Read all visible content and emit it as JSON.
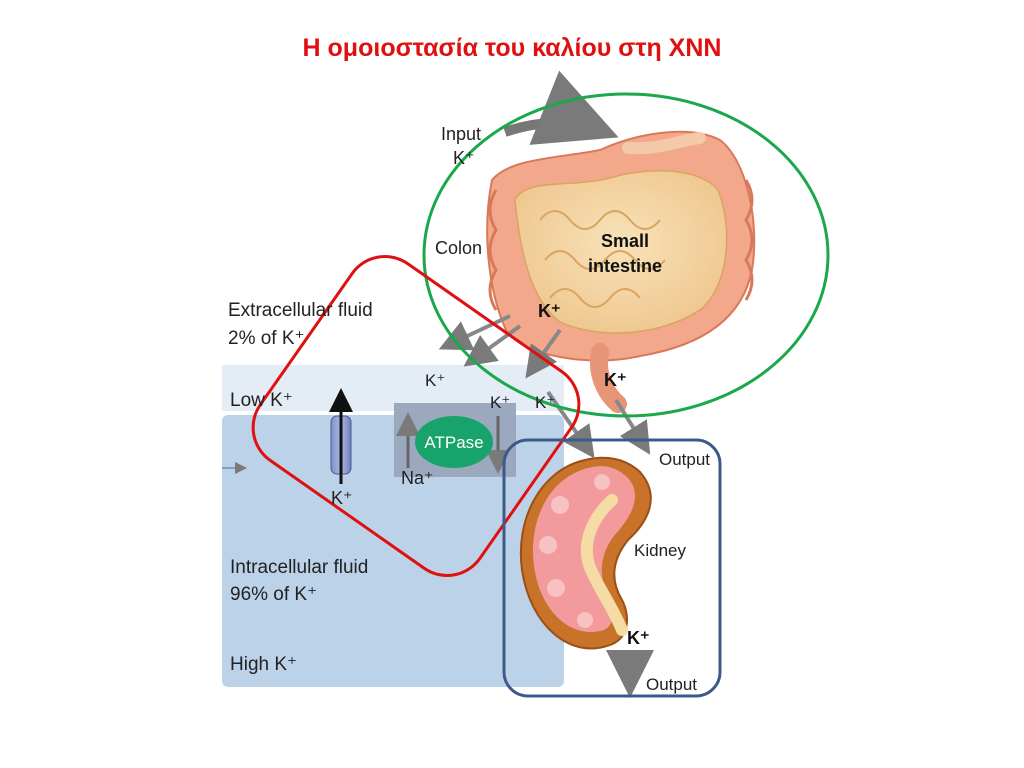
{
  "title": "Η ομοιοστασία του καλίου στη ΧΝΝ",
  "labels": {
    "input_line1": "Input",
    "input_line2": "K⁺",
    "colon": "Colon",
    "small_intestine_line1": "Small",
    "small_intestine_line2": "intestine",
    "k_intestine": "K⁺",
    "k_colon_out": "K⁺",
    "k_arrow_left": "K⁺",
    "k_atpase_right": "K⁺",
    "k_far_right": "K⁺",
    "output_colon": "Output",
    "ecf_line1": "Extracellular fluid",
    "ecf_line2": "2% of K⁺",
    "low_k": "Low K⁺",
    "atpase": "ATPase",
    "na": "Na⁺",
    "k_channel": "K⁺",
    "icf_line1": "Intracellular fluid",
    "icf_line2": "96% of K⁺",
    "high_k": "High K⁺",
    "kidney": "Kidney",
    "k_kidney": "K⁺",
    "output_kidney": "Output"
  },
  "colors": {
    "title": "#e01010",
    "green_ellipse": "#1aa84a",
    "red_box": "#e01010",
    "blue_box": "#3a5a8a",
    "atpase_fill": "#17a36b",
    "ecf_band": "#e4edf6",
    "icf_fill": "#bcd2e8"
  }
}
